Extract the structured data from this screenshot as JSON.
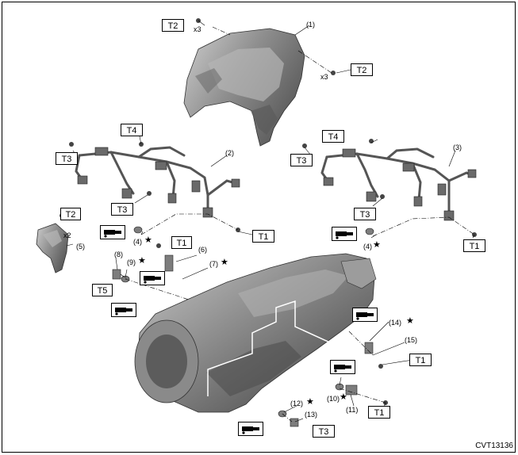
{
  "diagram_code": "CVT13136",
  "callouts": {
    "c1": "(1)",
    "c2": "(2)",
    "c3": "(3)",
    "c4a": "(4)",
    "c4b": "(4)",
    "c5": "(5)",
    "c6": "(6)",
    "c7": "(7)",
    "c8": "(8)",
    "c9": "(9)",
    "c10": "(10)",
    "c11": "(11)",
    "c12": "(12)",
    "c13": "(13)",
    "c14": "(14)",
    "c15": "(15)"
  },
  "quantities": {
    "q1": "x3",
    "q2": "x3",
    "q3": "x2"
  },
  "torque_labels": {
    "t2a": "T2",
    "t2b": "T2",
    "t2c": "T2",
    "t4a": "T4",
    "t4b": "T4",
    "t3a": "T3",
    "t3b": "T3",
    "t3c": "T3",
    "t3d": "T3",
    "t3e": "T3",
    "t1a": "T1",
    "t1b": "T1",
    "t1c": "T1",
    "t1d": "T1",
    "t1e": "T1",
    "t5": "T5"
  },
  "markers": {
    "star": "★"
  },
  "icons": {
    "fluid": "fluid-application-icon",
    "bolt": "bolt-icon"
  }
}
